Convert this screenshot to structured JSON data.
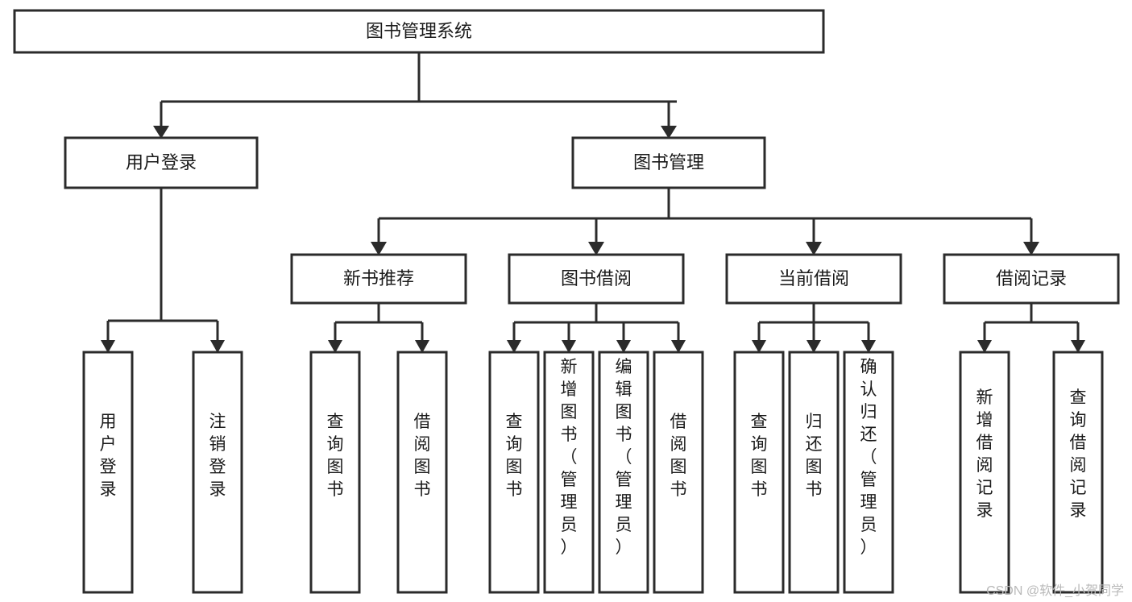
{
  "diagram": {
    "type": "tree-hierarchy",
    "title_node": {
      "id": "root",
      "label": "图书管理系统"
    },
    "level2": [
      {
        "id": "user-login",
        "label": "用户登录"
      },
      {
        "id": "book-management",
        "label": "图书管理"
      }
    ],
    "level3": [
      {
        "id": "new-book-recommend",
        "label": "新书推荐",
        "parent": "book-management"
      },
      {
        "id": "book-borrow",
        "label": "图书借阅",
        "parent": "book-management"
      },
      {
        "id": "current-borrow",
        "label": "当前借阅",
        "parent": "book-management"
      },
      {
        "id": "borrow-record",
        "label": "借阅记录",
        "parent": "book-management"
      }
    ],
    "leaves": [
      {
        "id": "leaf-user-login",
        "label": "用户登录",
        "parent": "user-login"
      },
      {
        "id": "leaf-logout-login",
        "label": "注销登录",
        "parent": "user-login"
      },
      {
        "id": "leaf-query-book-1",
        "label": "查询图书",
        "parent": "new-book-recommend"
      },
      {
        "id": "leaf-borrow-book-1",
        "label": "借阅图书",
        "parent": "new-book-recommend"
      },
      {
        "id": "leaf-query-book-2",
        "label": "查询图书",
        "parent": "book-borrow"
      },
      {
        "id": "leaf-add-book",
        "label": "新增图书（管理员）",
        "parent": "book-borrow"
      },
      {
        "id": "leaf-edit-book",
        "label": "编辑图书（管理员）",
        "parent": "book-borrow"
      },
      {
        "id": "leaf-borrow-book-2",
        "label": "借阅图书",
        "parent": "book-borrow"
      },
      {
        "id": "leaf-query-book-3",
        "label": "查询图书",
        "parent": "current-borrow"
      },
      {
        "id": "leaf-return-book",
        "label": "归还图书",
        "parent": "current-borrow"
      },
      {
        "id": "leaf-confirm-return",
        "label": "确认归还（管理员）",
        "parent": "current-borrow"
      },
      {
        "id": "leaf-add-record",
        "label": "新增借阅记录",
        "parent": "borrow-record"
      },
      {
        "id": "leaf-query-record",
        "label": "查询借阅记录",
        "parent": "borrow-record"
      }
    ],
    "colors": {
      "box_stroke": "#2b2b2b",
      "box_fill": "#ffffff",
      "text": "#1a1a1a",
      "background": "#ffffff",
      "watermark": "#b9b9b9"
    }
  },
  "watermark": {
    "text": "CSDN @软件_小贺同学"
  }
}
